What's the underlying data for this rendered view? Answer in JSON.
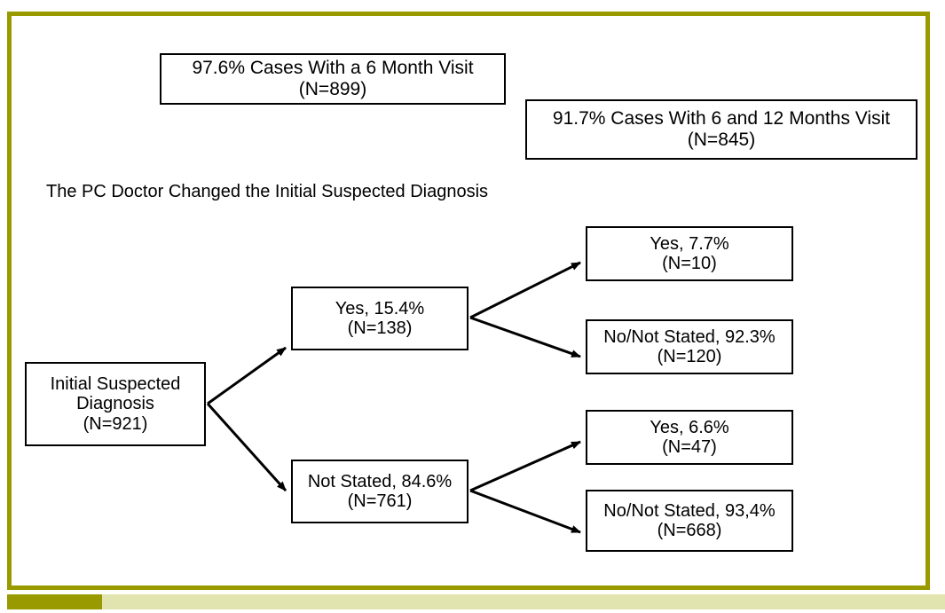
{
  "frame": {
    "border_color": "#999900",
    "footer_bar_color": "#e2e4b0",
    "footer_accent_color": "#999900",
    "background": "#ffffff"
  },
  "header_boxes": [
    {
      "name": "six-month-visit",
      "line1": "97.6% Cases With a 6 Month Visit",
      "line2": "(N=899)"
    },
    {
      "name": "six-and-twelve-month-visit",
      "line1": "91.7% Cases With 6 and 12 Months Visit",
      "line2": "(N=845)"
    }
  ],
  "caption": "The PC Doctor Changed the Initial Suspected Diagnosis",
  "tree": {
    "root": {
      "line1": "Initial Suspected",
      "line2": "Diagnosis",
      "line3": "(N=921)"
    },
    "level2": [
      {
        "name": "yes-15-4",
        "line1": "Yes, 15.4%",
        "line2": "(N=138)"
      },
      {
        "name": "not-stated-84-6",
        "line1": "Not Stated, 84.6%",
        "line2": "(N=761)"
      }
    ],
    "level3": [
      {
        "name": "yes-7-7",
        "line1": "Yes, 7.7%",
        "line2": "(N=10)"
      },
      {
        "name": "no-not-stated-92-3",
        "line1": "No/Not Stated, 92.3%",
        "line2": "(N=120)"
      },
      {
        "name": "yes-6-6",
        "line1": "Yes, 6.6%",
        "line2": "(N=47)"
      },
      {
        "name": "no-not-stated-93-4",
        "line1": "No/Not Stated, 93,4%",
        "line2": "(N=668)"
      }
    ]
  },
  "chart_data": {
    "type": "diagram",
    "title": "The PC Doctor Changed the Initial Suspected Diagnosis",
    "nodes": [
      {
        "id": "root",
        "label": "Initial Suspected Diagnosis",
        "n": 921,
        "percent": null,
        "level": 1
      },
      {
        "id": "yes15",
        "label": "Yes",
        "n": 138,
        "percent": 15.4,
        "level": 2,
        "parent": "root"
      },
      {
        "id": "notstated85",
        "label": "Not Stated",
        "n": 761,
        "percent": 84.6,
        "level": 2,
        "parent": "root"
      },
      {
        "id": "yes77",
        "label": "Yes",
        "n": 10,
        "percent": 7.7,
        "level": 3,
        "parent": "yes15"
      },
      {
        "id": "no923",
        "label": "No/Not Stated",
        "n": 120,
        "percent": 92.3,
        "level": 3,
        "parent": "yes15"
      },
      {
        "id": "yes66",
        "label": "Yes",
        "n": 47,
        "percent": 6.6,
        "level": 3,
        "parent": "notstated85"
      },
      {
        "id": "no934",
        "label": "No/Not Stated",
        "n": 668,
        "percent": 93.4,
        "level": 3,
        "parent": "notstated85"
      }
    ],
    "edges": [
      {
        "from": "root",
        "to": "yes15"
      },
      {
        "from": "root",
        "to": "notstated85"
      },
      {
        "from": "yes15",
        "to": "yes77"
      },
      {
        "from": "yes15",
        "to": "no923"
      },
      {
        "from": "notstated85",
        "to": "yes66"
      },
      {
        "from": "notstated85",
        "to": "no934"
      }
    ],
    "annotations": [
      {
        "text": "97.6% Cases With a 6 Month Visit (N=899)",
        "percent": 97.6,
        "n": 899
      },
      {
        "text": "91.7% Cases With 6 and 12 Months Visit (N=845)",
        "percent": 91.7,
        "n": 845
      }
    ]
  }
}
